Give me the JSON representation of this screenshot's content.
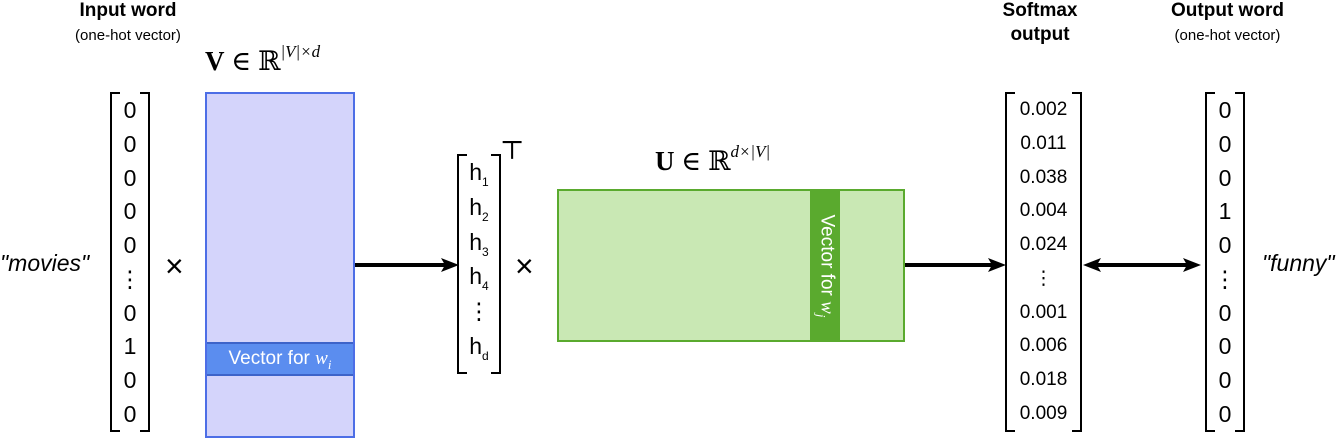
{
  "input": {
    "title": "Input word",
    "subtitle": "(one-hot vector)",
    "word": "\"movies\"",
    "vector": [
      "0",
      "0",
      "0",
      "0",
      "0",
      "⋮",
      "0",
      "1",
      "0",
      "0"
    ]
  },
  "v_matrix": {
    "symbol": "V",
    "in": "∈",
    "set": "ℝ",
    "exponent": "|V|×d",
    "row_label": "Vector for ",
    "row_var": "w",
    "row_sub": "i",
    "fill": "#d4d4fb",
    "border": "#4d6ee6",
    "row_fill": "#5b8def"
  },
  "operator": {
    "times": "×"
  },
  "hidden": {
    "items": [
      {
        "base": "h",
        "sub": "1"
      },
      {
        "base": "h",
        "sub": "2"
      },
      {
        "base": "h",
        "sub": "3"
      },
      {
        "base": "h",
        "sub": "4"
      },
      {
        "base": "⋮",
        "sub": ""
      },
      {
        "base": "h",
        "sub": "d"
      }
    ],
    "transpose": "⊤"
  },
  "u_matrix": {
    "symbol": "U",
    "in": "∈",
    "set": "ℝ",
    "exponent": "d×|V|",
    "col_label": "Vector for ",
    "col_var": "w",
    "col_sub": "j",
    "fill": "#c9e8b4",
    "border": "#5aaa2e",
    "col_fill": "#5aaa2e"
  },
  "softmax": {
    "title_line1": "Softmax",
    "title_line2": "output",
    "values": [
      "0.002",
      "0.011",
      "0.038",
      "0.004",
      "0.024",
      "⋮",
      "0.001",
      "0.006",
      "0.018",
      "0.009"
    ]
  },
  "output": {
    "title": "Output word",
    "subtitle": "(one-hot vector)",
    "word": "\"funny\"",
    "vector": [
      "0",
      "0",
      "0",
      "1",
      "0",
      "⋮",
      "0",
      "0",
      "0",
      "0"
    ]
  }
}
